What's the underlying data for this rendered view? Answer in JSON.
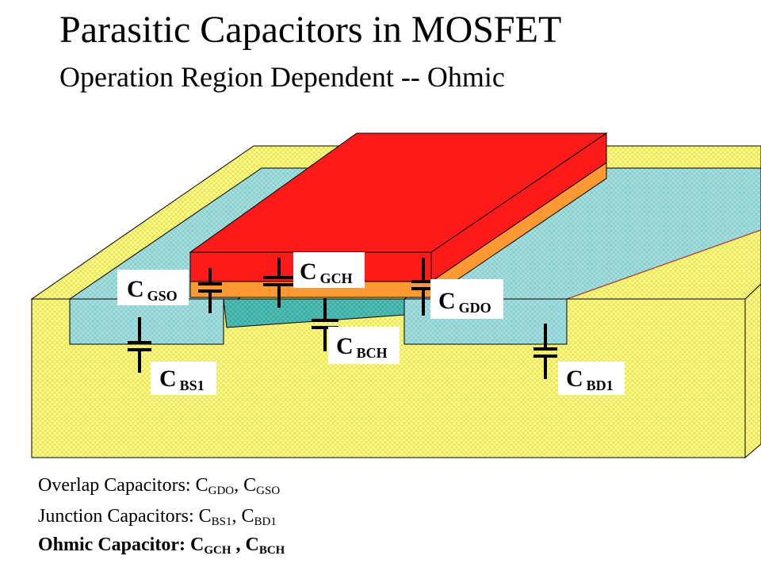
{
  "title": "Parasitic Capacitors in MOSFET",
  "subtitle": "Operation Region Dependent  -- Ohmic",
  "capacitors": {
    "gso": {
      "main": "C",
      "sub": "GSO"
    },
    "gch": {
      "main": "C",
      "sub": "GCH"
    },
    "gdo": {
      "main": "C",
      "sub": "GDO"
    },
    "bch": {
      "main": "C",
      "sub": "BCH"
    },
    "bs1": {
      "main": "C",
      "sub": "BS1"
    },
    "bd1": {
      "main": "C",
      "sub": "BD1"
    }
  },
  "legend": {
    "overlap": {
      "label": "Overlap Capacitors:  ",
      "c": "C",
      "s1": "GDO",
      "sep": ", ",
      "s2": "GSO"
    },
    "junction": {
      "label": "Junction Capacitors: ",
      "c": "C",
      "s1": "BS1",
      "sep": ", ",
      "s2": "BD1"
    },
    "ohmic": {
      "label": "Ohmic Capacitor: ",
      "c": "C",
      "s1": "GCH",
      "sep": " , ",
      "s2": "BCH"
    }
  },
  "colors": {
    "substrate": "#ffff80",
    "diffusion": "#a8e0e0",
    "channel": "#50c0b8",
    "oxide": "#ff9933",
    "gate": "#ff1a1a",
    "label_box": "#ffffff"
  }
}
